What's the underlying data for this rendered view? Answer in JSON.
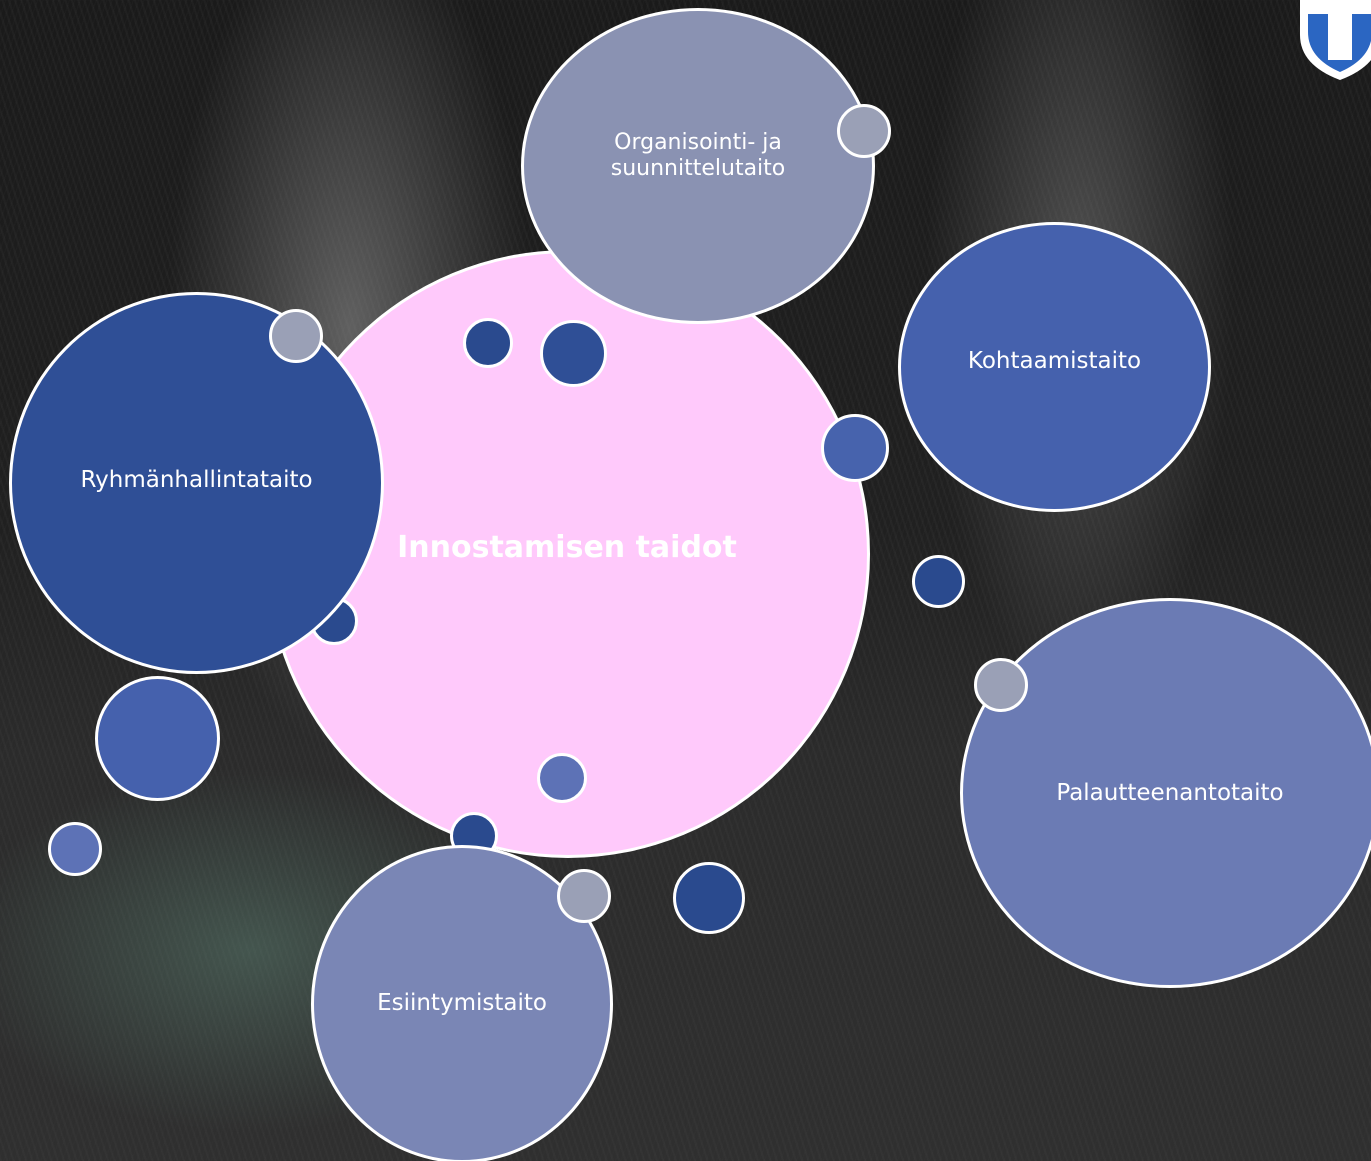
{
  "diagram": {
    "center_label": "Innostamisen taidot",
    "skills": [
      {
        "label": "Organisointi- ja\nsuunnittelutaito",
        "color": "#8a92b2"
      },
      {
        "label": "Kohtaamistaito",
        "color": "#4561ad"
      },
      {
        "label": "Ryhmänhallintataito",
        "color": "#2f4f96"
      },
      {
        "label": "Palautteenantotaito",
        "color": "#6b7bb4"
      },
      {
        "label": "Esiintymistaito",
        "color": "#7a86b5"
      }
    ],
    "colors": {
      "center": "#ffc9fb",
      "center_text": "#ffffff",
      "outline": "#ffffff",
      "dark_dot": "#2a4a8e",
      "mid_dot": "#4763ad",
      "light_dot": "#5d72b6",
      "grey_dot": "#9aa0b6",
      "logo_blue": "#2b66c2"
    }
  }
}
